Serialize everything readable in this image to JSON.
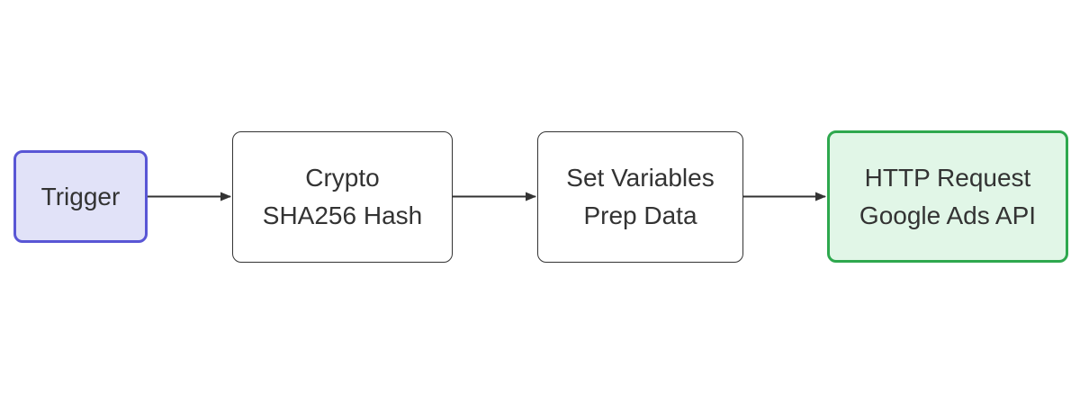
{
  "diagram": {
    "type": "flowchart",
    "direction": "left-to-right",
    "background": "#ffffff",
    "text_color": "#333333",
    "arrow_color": "#333333",
    "nodes": [
      {
        "id": "trigger",
        "lines": [
          "Trigger"
        ],
        "fill": "#e1e2f8",
        "stroke": "#5956d5"
      },
      {
        "id": "crypto-sha256",
        "lines": [
          "Crypto",
          "SHA256 Hash"
        ],
        "fill": "#ffffff",
        "stroke": "#333333"
      },
      {
        "id": "set-variables",
        "lines": [
          "Set Variables",
          "Prep Data"
        ],
        "fill": "#ffffff",
        "stroke": "#333333"
      },
      {
        "id": "http-request",
        "lines": [
          "HTTP Request",
          "Google Ads API"
        ],
        "fill": "#e1f6e7",
        "stroke": "#2ea84e"
      }
    ],
    "edges": [
      {
        "from": "trigger",
        "to": "crypto-sha256"
      },
      {
        "from": "crypto-sha256",
        "to": "set-variables"
      },
      {
        "from": "set-variables",
        "to": "http-request"
      }
    ]
  }
}
